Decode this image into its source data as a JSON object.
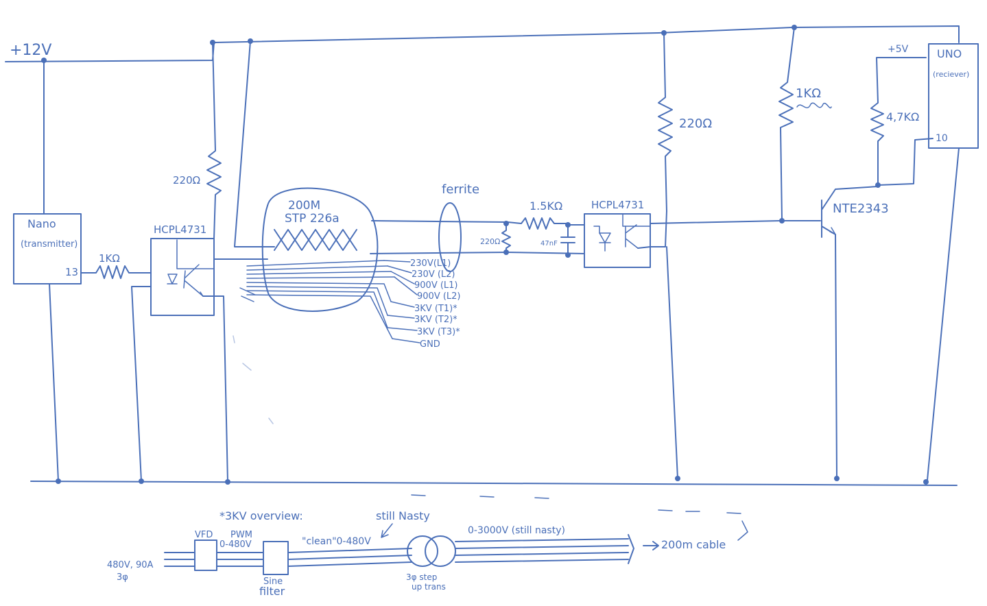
{
  "rail_top": "+12V",
  "nano": {
    "name": "Nano",
    "sub": "(transmitter)",
    "pin": "13"
  },
  "r_nano": "1KΩ",
  "r_220_left": "220Ω",
  "opto_left": "HCPL4731",
  "cable": {
    "line1": "200M",
    "line2": "STP 226a"
  },
  "cable_wires": [
    "230V(L1)",
    "230V (L2)",
    "900V (L1)",
    "900V (L2)",
    "3KV (T1)*",
    "3KV (T2)*",
    "3KV (T3)*",
    "GND"
  ],
  "ferrite": "ferrite",
  "r_220_rx": "220Ω",
  "r_15k": "1.5KΩ",
  "cap": "47nF",
  "opto_right": "HCPL4731",
  "r_220_right": "220Ω",
  "r_1k_right": "1KΩ",
  "r_47k": "4,7KΩ",
  "plus5": "+5V",
  "transistor": "NTE2343",
  "uno": {
    "name": "UNO",
    "sub": "(reciever)",
    "pin": "10"
  },
  "overview": {
    "title": "*3KV overview:",
    "still_nasty": "still Nasty",
    "vfd": "VFD",
    "pwm": "PWM",
    "pwm_range": "0-480V",
    "clean": "\"clean\"0-480V",
    "input": "480V, 90A",
    "phase": "3φ",
    "sine1": "Sine",
    "sine2": "filter",
    "trans1": "3φ step",
    "trans2": "up trans",
    "out": "0-3000V (still nasty)",
    "cable_label": "200m cable"
  }
}
